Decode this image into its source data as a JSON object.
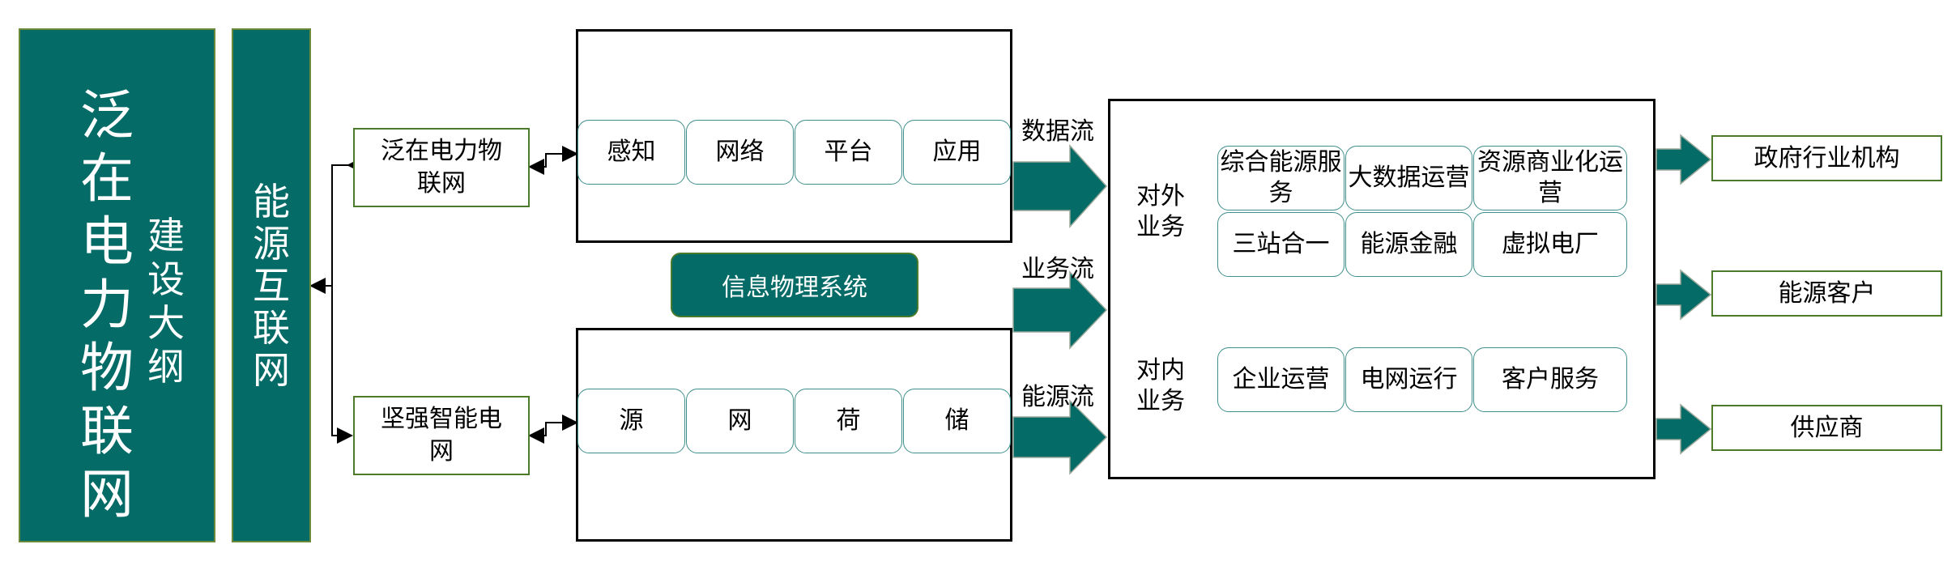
{
  "left_panel": {
    "title_main": [
      "泛",
      "在",
      "电",
      "力",
      "物",
      "联",
      "网"
    ],
    "title_sub": [
      "建",
      "设",
      "大",
      "纲"
    ]
  },
  "energy_panel": {
    "chars": [
      "能",
      "源",
      "互",
      "联",
      "网"
    ]
  },
  "networks": {
    "ubiquitous": "泛在电力物联网",
    "smart_grid": "坚强智能电网"
  },
  "info_layers": [
    "感知",
    "网络",
    "平台",
    "应用"
  ],
  "energy_layers": [
    "源",
    "网",
    "荷",
    "储"
  ],
  "cps_label": "信息物理系统",
  "flows": {
    "data": "数据流",
    "business": "业务流",
    "energy": "能源流"
  },
  "business": {
    "external_label": "对外业务",
    "external_items": [
      "综合能源服务",
      "大数据运营",
      "资源商业化运营",
      "三站合一",
      "能源金融",
      "虚拟电厂"
    ],
    "internal_label": "对内业务",
    "internal_items": [
      "企业运营",
      "电网运行",
      "客户服务"
    ]
  },
  "targets": [
    "政府行业机构",
    "能源客户",
    "供应商"
  ],
  "colors": {
    "teal": "#046b67",
    "teal_light": "#3f8f8c",
    "green_border": "#4a7a2a"
  }
}
